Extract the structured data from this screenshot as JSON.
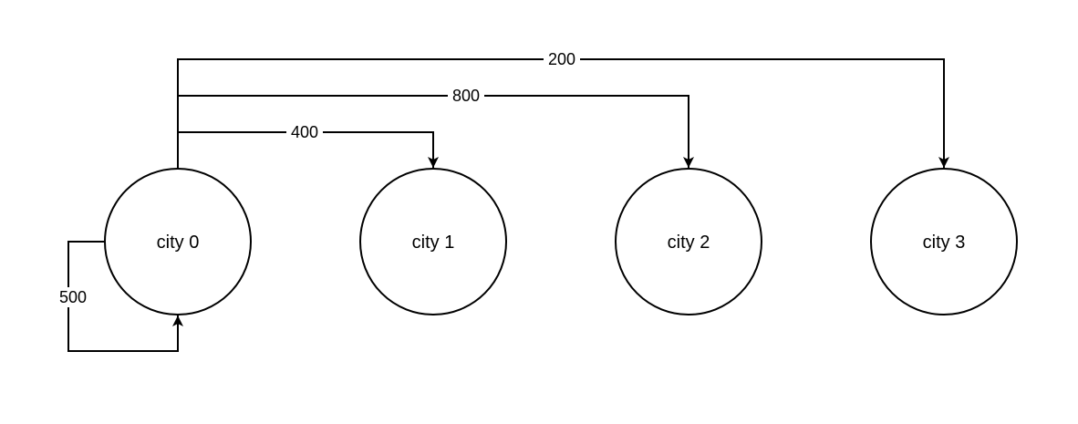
{
  "diagram": {
    "nodes": [
      {
        "id": "n0",
        "label": "city 0"
      },
      {
        "id": "n1",
        "label": "city 1"
      },
      {
        "id": "n2",
        "label": "city 2"
      },
      {
        "id": "n3",
        "label": "city 3"
      }
    ],
    "edges": [
      {
        "from": "n0",
        "to": "n0",
        "weight": "500"
      },
      {
        "from": "n0",
        "to": "n1",
        "weight": "400"
      },
      {
        "from": "n0",
        "to": "n2",
        "weight": "800"
      },
      {
        "from": "n0",
        "to": "n3",
        "weight": "200"
      }
    ]
  }
}
